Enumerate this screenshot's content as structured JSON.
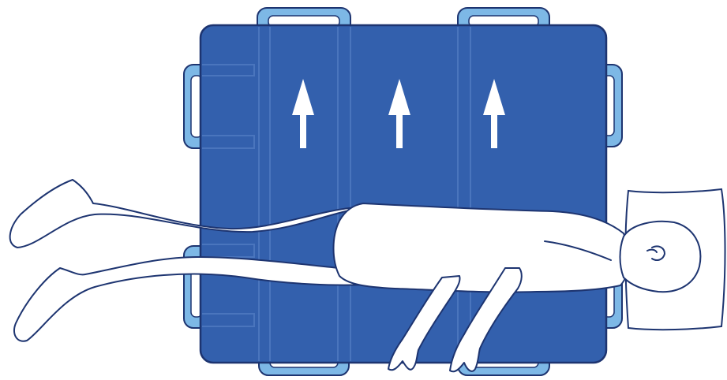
{
  "illustration": {
    "colors": {
      "mattress_fill": "#3360ad",
      "mattress_seam": "#4a75bd",
      "handle_fill": "#7db8e6",
      "outline": "#1d3470",
      "body_fill": "#ffffff",
      "pillow_fill": "#ffffff",
      "arrow_fill": "#ffffff"
    },
    "arrow_count": 3,
    "arrow_direction": "up",
    "icons": {
      "arrow": "arrow-up-icon",
      "handle": "handle-icon",
      "pillow": "pillow-icon",
      "patient": "patient-figure"
    }
  }
}
